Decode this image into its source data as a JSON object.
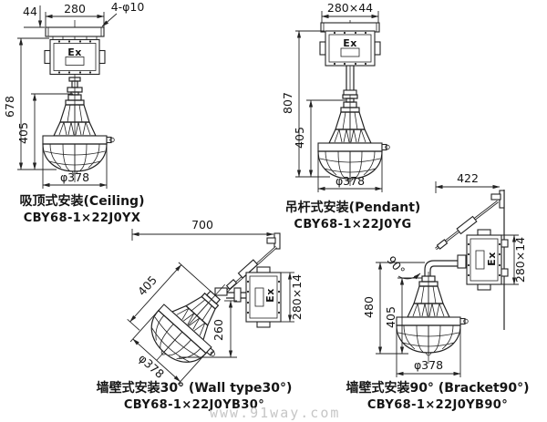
{
  "colors": {
    "line": "#232323",
    "watermark": "#c6c6c6",
    "background": "#ffffff"
  },
  "watermark": "www.91way.com",
  "labels": {
    "ex_marking": "Ex"
  },
  "diagrams": {
    "ceiling": {
      "caption": "吸顶式安装(Ceiling)",
      "model": "CBY68-1×22J0YX",
      "dims": {
        "hole_spacing": "280",
        "plate_thickness": "44",
        "holes": "4-φ10",
        "overall_height": "678",
        "lamp_height": "405",
        "lamp_diameter": "φ378"
      }
    },
    "pendant": {
      "caption": "吊杆式安装(Pendant)",
      "model": "CBY68-1×22J0YG",
      "dims": {
        "plate": "280×44",
        "overall_height": "807",
        "lamp_height": "405",
        "lamp_diameter": "φ378"
      }
    },
    "wall30": {
      "caption": "墙壁式安装30° (Wall type30°)",
      "model": "CBY68-1×22J0YB30°",
      "dims": {
        "reach": "700",
        "lamp_height": "405",
        "lamp_diameter": "φ378",
        "drop": "260",
        "box_face": "280×14"
      }
    },
    "bracket90": {
      "caption": "墙壁式安装90° (Bracket90°)",
      "model": "CBY68-1×22J0YB90°",
      "dims": {
        "reach": "422",
        "overall_drop": "480",
        "lamp_height": "405",
        "lamp_diameter": "φ378",
        "box_face": "280×14",
        "angle": "90°"
      }
    }
  }
}
